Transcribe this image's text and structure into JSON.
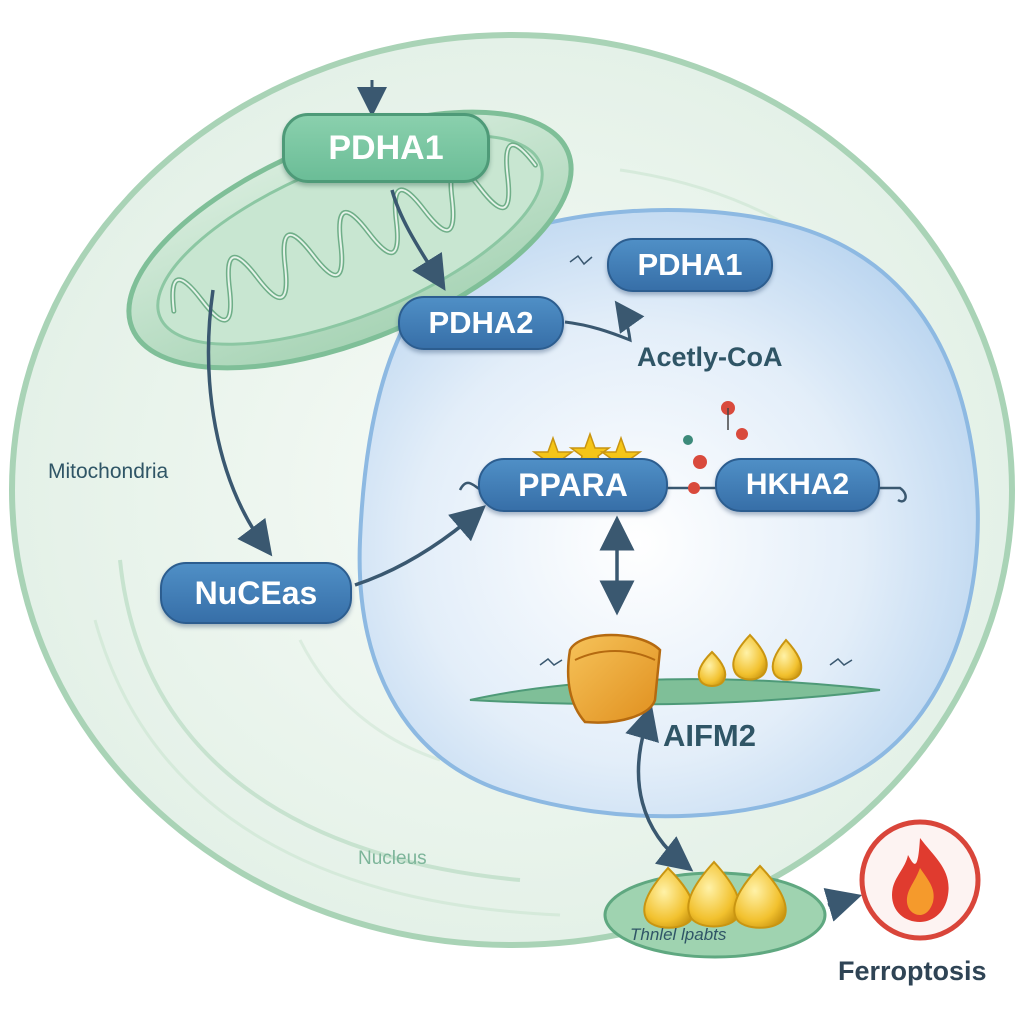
{
  "nodes": {
    "pdha1_top": "PDHA1",
    "pdha2": "PDHA2",
    "pdha1_nucleus": "PDHA1",
    "acetyl_coa": "Acetly-CoA",
    "ppara": "PPARA",
    "hkha2": "HKHA2",
    "nucleus_box": "NuCEas",
    "aifm2": "AIFM2",
    "ferroptosis": "Ferroptosis"
  },
  "labels": {
    "mitochondria": "Mitochondria",
    "nucleus": "Nucleus",
    "droplet_caption": "Thnlel lpabts"
  },
  "colors": {
    "cell_fill": "#eef6ef",
    "cell_border": "#a9d3b6",
    "mito_green": "#6bbd97",
    "nucleus_blue": "#cfe2f5",
    "pill_blue": "#376fa8",
    "arrow": "#3a5870",
    "lipid_yellow": "#f2c12e",
    "fire_red": "#e03b2f"
  },
  "icons": [
    "fire-icon",
    "star-icon",
    "lipid-droplet-icon",
    "protein-icon"
  ]
}
